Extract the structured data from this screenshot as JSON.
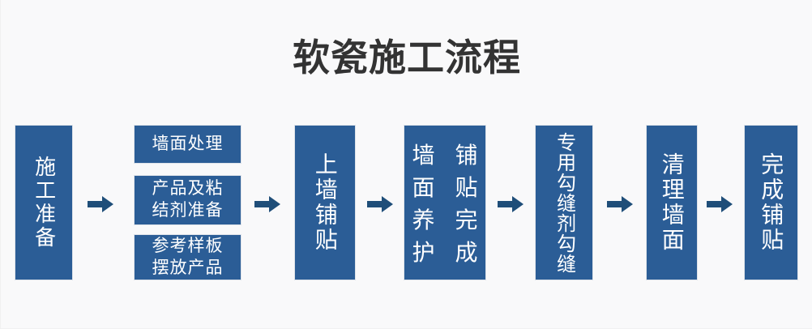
{
  "page": {
    "title": "软瓷施工流程",
    "background_color": "#f9f9fa",
    "title_color": "#333333",
    "box_color": "#2b5d96",
    "arrow_color": "#1f4e79",
    "box_text_color": "#ffffff"
  },
  "flow": {
    "steps": [
      {
        "id": "prep",
        "label": "施工准备",
        "orientation": "vertical"
      },
      {
        "id": "wall_treat",
        "label": "墙面处理",
        "orientation": "horizontal"
      },
      {
        "id": "material_prep",
        "label": "产品及粘结剂准备",
        "orientation": "horizontal"
      },
      {
        "id": "sample_place",
        "label": "参考样板摆放产品",
        "orientation": "horizontal"
      },
      {
        "id": "paste_wall",
        "label": "上墙铺贴",
        "orientation": "vertical"
      },
      {
        "id": "finish_paste",
        "label": "铺贴完成",
        "orientation": "vertical"
      },
      {
        "id": "wall_cure",
        "label": "墙面养护",
        "orientation": "vertical"
      },
      {
        "id": "grout",
        "label": "专用勾缝剂勾缝",
        "orientation": "vertical"
      },
      {
        "id": "clean_wall",
        "label": "清理墙面",
        "orientation": "vertical"
      },
      {
        "id": "complete",
        "label": "完成铺贴",
        "orientation": "vertical"
      }
    ],
    "arrows": [
      {
        "id": "arrow-1",
        "icon": "arrow-right-icon"
      },
      {
        "id": "arrow-2",
        "icon": "arrow-right-icon"
      },
      {
        "id": "arrow-3",
        "icon": "arrow-right-icon"
      },
      {
        "id": "arrow-4",
        "icon": "arrow-right-icon"
      },
      {
        "id": "arrow-5",
        "icon": "arrow-right-icon"
      },
      {
        "id": "arrow-6",
        "icon": "arrow-right-icon"
      }
    ]
  }
}
